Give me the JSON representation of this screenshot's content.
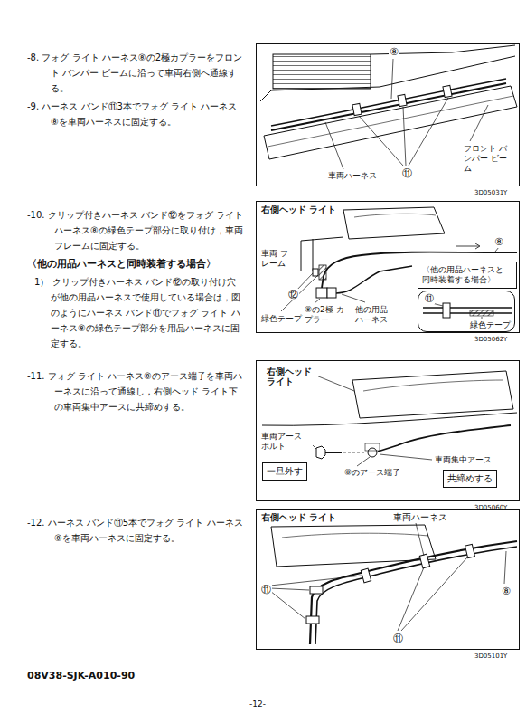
{
  "diagram": {
    "nodes": [
      {
        "text": [
          "⑧",
          "⑪",
          "フロント バンパー ビーム",
          "車両ハーネス",
          "3D05031Y"
        ]
      },
      {
        "text": [
          "右側ヘッド ライト",
          "⑧",
          "車両 フレーム",
          "⑫",
          "緑色テープ",
          "⑧の2極 カプラー",
          "他の用品 ハーネス",
          "3D05062Y"
        ]
      },
      {
        "text": [
          "〈他の用品ハーネスと 同時装着する場合〉"
        ],
        "in": 1
      },
      {
        "text": [
          "⑪",
          "緑色テープ"
        ],
        "in": 1
      },
      {
        "text": [
          "右側ヘッド ライト",
          "車両アース ボルト",
          "⑧のアース端子",
          "車両集中アース",
          "3D05060Y"
        ]
      },
      {
        "text": [
          "一旦外す"
        ],
        "in": 4
      },
      {
        "text": [
          "共締めする"
        ],
        "in": 4
      },
      {
        "text": [
          "右側ヘッド ライト",
          "車両ハーネス",
          "⑪",
          "⑪",
          "⑧",
          "3D05101Y"
        ]
      }
    ],
    "labels": [
      "-8. フォグ ライト ハーネス⑧の2極カプラーをフロント バンパー ビームに沿って車両右側へ通線する。",
      "-9. ハーネス バンド⑪3本でフォグ ライト ハーネス⑧を車両ハーネスに固定する。",
      "-10. クリップ付きハーネス バンド⑫をフォグ ライト ハーネス⑧の緑色テープ部分に取り付け，車両フレームに固定する。",
      "〈他の用品ハーネスと同時装着する場合〉",
      "1） クリップ付きハーネス バンド⑫の取り付け穴が他の用品ハーネスで使用している場合は，図のようにハーネス バンド⑪でフォグ ライト ハーネス⑧の緑色テープ部分を用品ハーネスに固定する。",
      "-11. フォグ ライト ハーネス⑧のアース端子を車両ハーネスに沿って通線し，右側ヘッド ライト下の車両集中アースに共締めする。",
      "-12. ハーネス バンド⑪5本でフォグ ライト ハーネス⑧を車両ハーネスに固定する。",
      "08V38-SJK-A010-90",
      "-12-"
    ]
  }
}
